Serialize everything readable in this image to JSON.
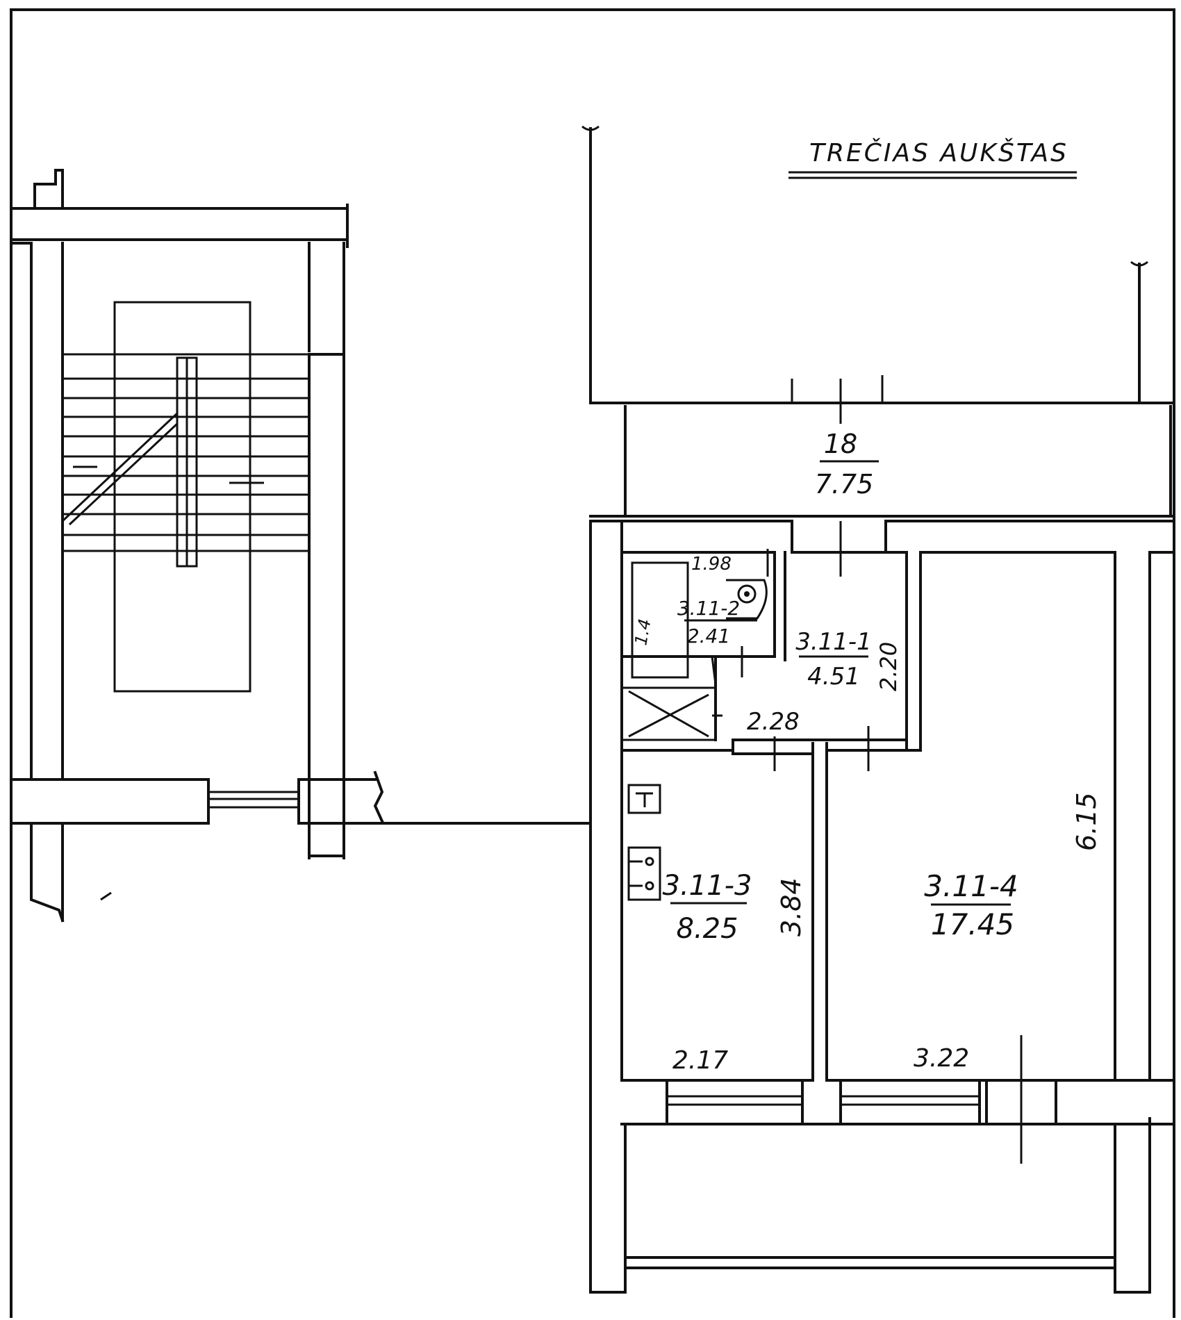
{
  "plan": {
    "title": "TREČIAS AUKŠTAS",
    "rooms": [
      {
        "id": "18",
        "area": "7.75"
      },
      {
        "id": "3.11-2",
        "area": "2.41"
      },
      {
        "id": "3.11-1",
        "area": "4.51"
      },
      {
        "id": "3.11-3",
        "area": "8.25"
      },
      {
        "id": "3.11-4",
        "area": "17.45"
      }
    ],
    "dimensions": [
      "1.98",
      "1.4",
      "2.20",
      "2.28",
      "3.84",
      "6.15",
      "2.17",
      "3.22"
    ]
  }
}
